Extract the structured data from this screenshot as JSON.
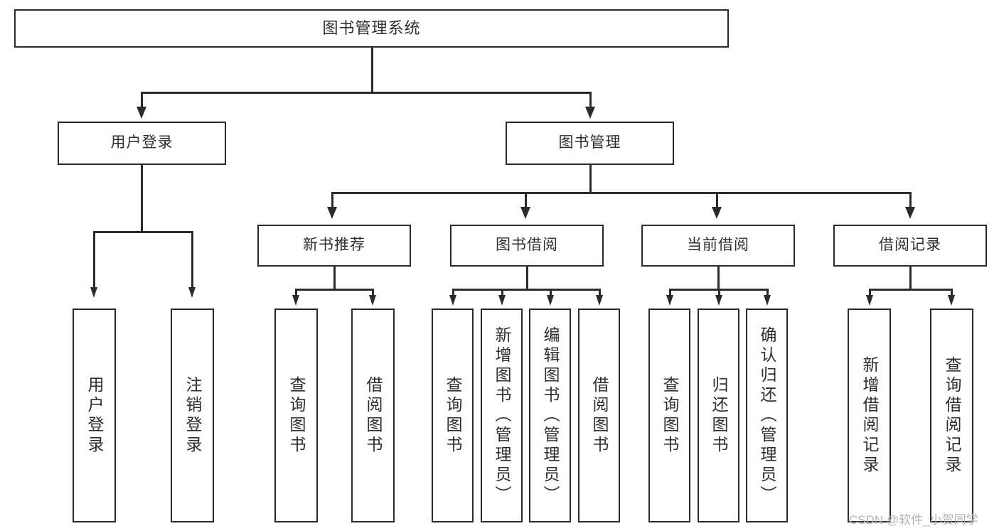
{
  "diagram": {
    "title": "图书管理系统",
    "type": "tree-hierarchy-chart",
    "colors": {
      "box_border": "#2b2b2b",
      "box_fill": "#ffffff",
      "text": "#2e2e2e",
      "connector": "#2b2b2b",
      "background": "#ffffff",
      "watermark": "#b4b4b4"
    }
  },
  "root": {
    "label": "图书管理系统"
  },
  "level2": [
    {
      "label": "用户登录"
    },
    {
      "label": "图书管理"
    }
  ],
  "level3": [
    {
      "label": "新书推荐"
    },
    {
      "label": "图书借阅"
    },
    {
      "label": "当前借阅"
    },
    {
      "label": "借阅记录"
    }
  ],
  "leaves": {
    "user_login": [
      {
        "label": "用户登录"
      },
      {
        "label": "注销登录"
      }
    ],
    "new_book_recommend": [
      {
        "label": "查询图书"
      },
      {
        "label": "借阅图书"
      }
    ],
    "book_borrow": [
      {
        "label": "查询图书"
      },
      {
        "label": "新增图书（管理员）"
      },
      {
        "label": "编辑图书（管理员）"
      },
      {
        "label": "借阅图书"
      }
    ],
    "current_borrow": [
      {
        "label": "查询图书"
      },
      {
        "label": "归还图书"
      },
      {
        "label": "确认归还（管理员）"
      }
    ],
    "borrow_record": [
      {
        "label": "新增借阅记录"
      },
      {
        "label": "查询借阅记录"
      }
    ]
  },
  "watermark": {
    "text": "CSDN @软件_小贺同学"
  }
}
